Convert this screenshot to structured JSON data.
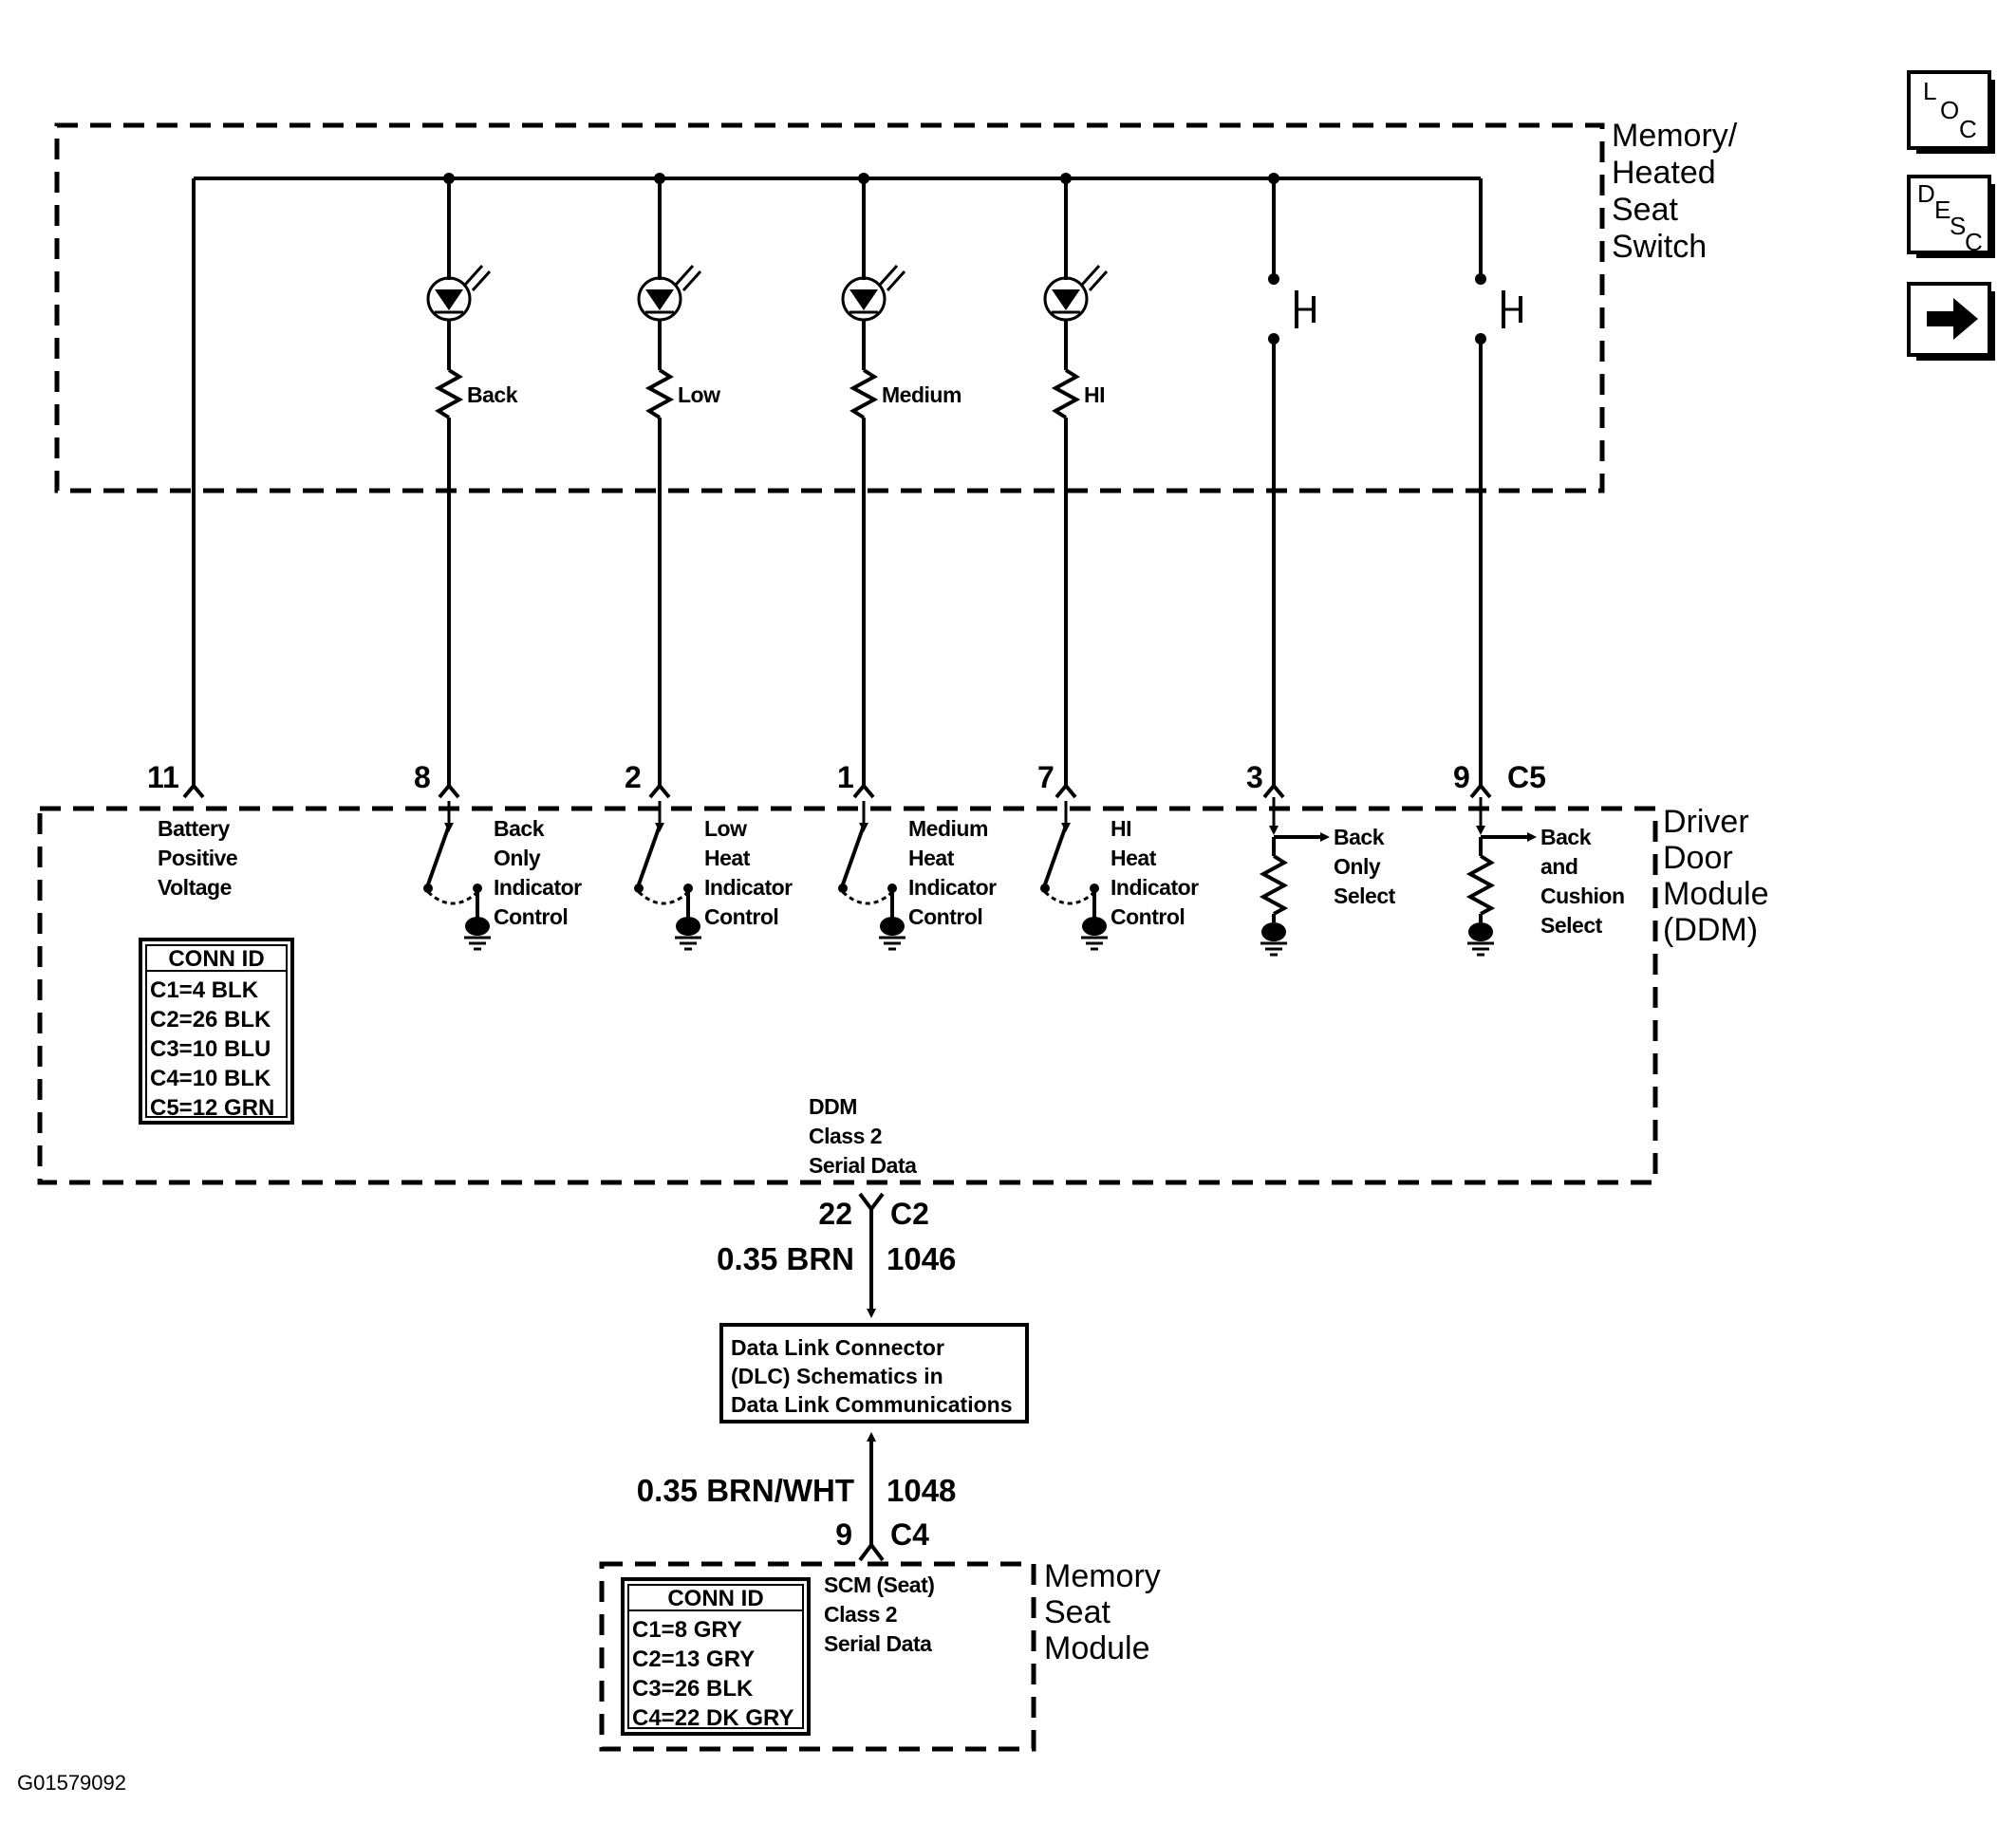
{
  "nav_buttons": {
    "loc": {
      "a": "L",
      "b": "O",
      "c": "C"
    },
    "desc": {
      "a": "D",
      "b": "E",
      "c": "S",
      "d": "C"
    },
    "next_icon": "arrow-right-icon"
  },
  "switch_module": {
    "lines": [
      "Memory/",
      "Heated",
      "Seat",
      "Switch"
    ]
  },
  "switch_leds": [
    {
      "label": "Back"
    },
    {
      "label": "Low"
    },
    {
      "label": "Medium"
    },
    {
      "label": "HI"
    }
  ],
  "pins": {
    "p11": "11",
    "p8": "8",
    "p2": "2",
    "p1": "1",
    "p7": "7",
    "p3": "3",
    "p9": "9",
    "c5": "C5"
  },
  "ddm": {
    "name_lines": [
      "Driver",
      "Door",
      "Module",
      "(DDM)"
    ],
    "battery_lines": [
      "Battery",
      "Positive",
      "Voltage"
    ],
    "controls": [
      {
        "lines": [
          "Back",
          "Only",
          "Indicator",
          "Control"
        ]
      },
      {
        "lines": [
          "Low",
          "Heat",
          "Indicator",
          "Control"
        ]
      },
      {
        "lines": [
          "Medium",
          "Heat",
          "Indicator",
          "Control"
        ]
      },
      {
        "lines": [
          "HI",
          "Heat",
          "Indicator",
          "Control"
        ]
      }
    ],
    "selects": [
      {
        "lines": [
          "Back",
          "Only",
          "Select"
        ]
      },
      {
        "lines": [
          "Back",
          "and",
          "Cushion",
          "Select"
        ]
      }
    ],
    "conn_id": {
      "header": "CONN ID",
      "rows": [
        "C1=4 BLK",
        "C2=26 BLK",
        "C3=10 BLU",
        "C4=10 BLK",
        "C5=12 GRN"
      ]
    },
    "serial_lines": [
      "DDM",
      "Class 2",
      "Serial Data"
    ],
    "serial_pin": "22",
    "serial_conn": "C2"
  },
  "wire_upper": {
    "gauge": "0.35 BRN",
    "circuit": "1046"
  },
  "dlc": {
    "lines": [
      "Data Link Connector",
      "(DLC) Schematics in",
      "Data Link Communications"
    ]
  },
  "wire_lower": {
    "gauge": "0.35 BRN/WHT",
    "circuit": "1048"
  },
  "msm": {
    "pin": "9",
    "conn": "C4",
    "name_lines": [
      "Memory",
      "Seat",
      "Module"
    ],
    "serial_lines": [
      "SCM (Seat)",
      "Class 2",
      "Serial Data"
    ],
    "conn_id": {
      "header": "CONN ID",
      "rows": [
        "C1=8 GRY",
        "C2=13 GRY",
        "C3=26 BLK",
        "C4=22 DK GRY"
      ]
    }
  },
  "figure_id": "G01579092"
}
